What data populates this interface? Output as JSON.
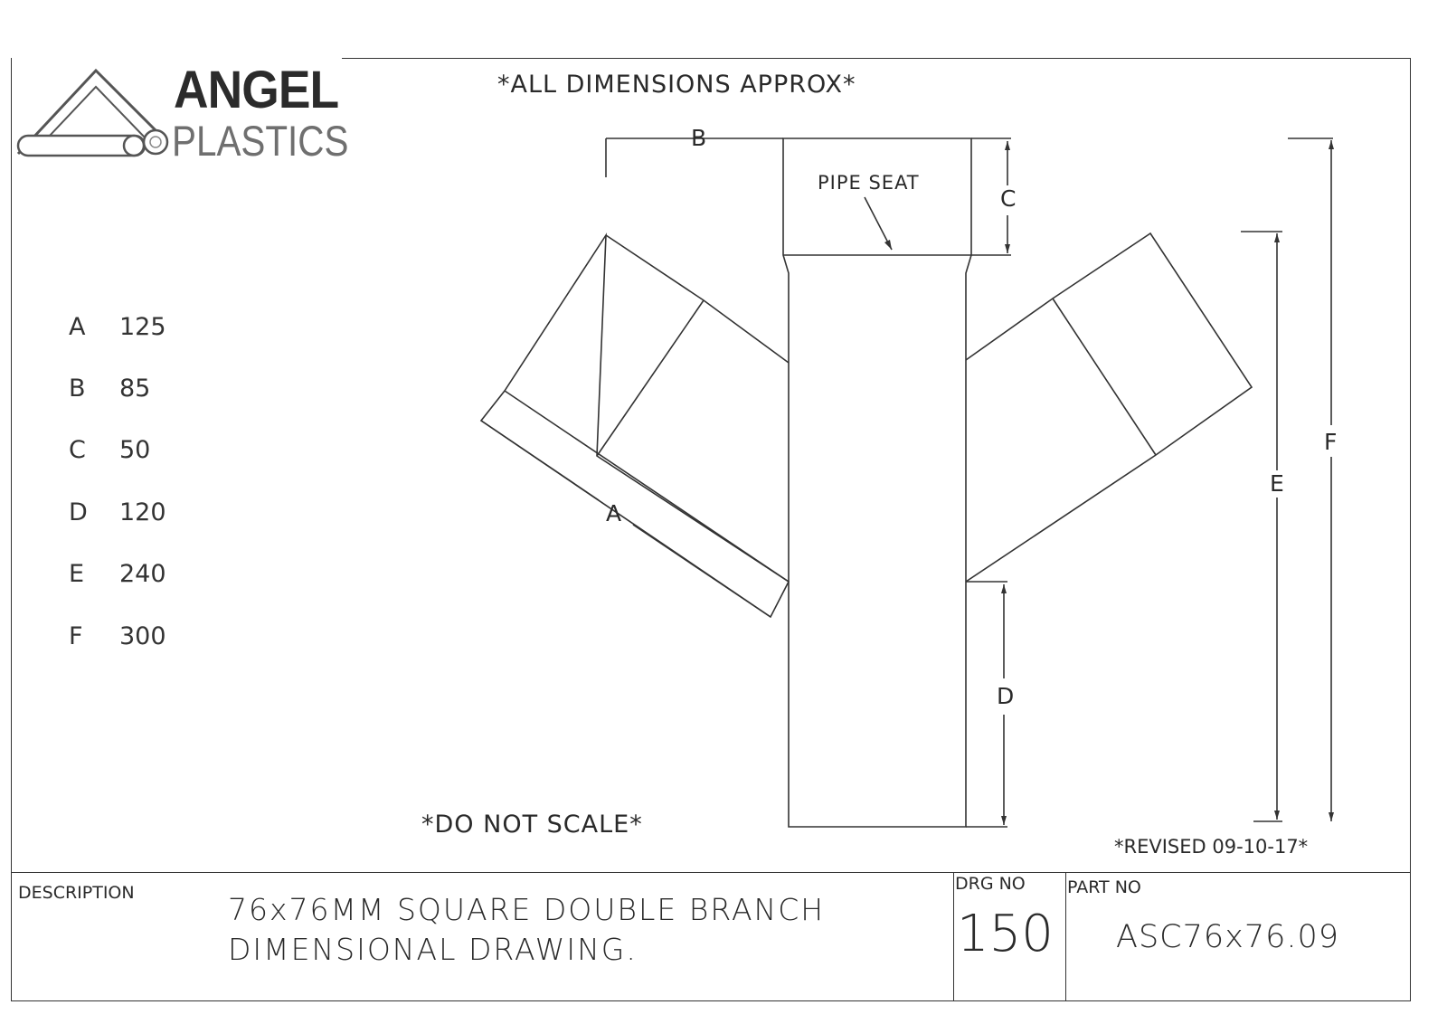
{
  "logo": {
    "brand_top": "ANGEL",
    "brand_bottom": "PLASTICS"
  },
  "notes": {
    "approx": "*ALL DIMENSIONS APPROX*",
    "no_scale": "*DO NOT SCALE*",
    "revised": "*REVISED 09-10-17*"
  },
  "drawing": {
    "pipe_seat_label": "PIPE SEAT",
    "dim_labels": {
      "A": "A",
      "B": "B",
      "C": "C",
      "D": "D",
      "E": "E",
      "F": "F"
    }
  },
  "dimensions": [
    {
      "key": "A",
      "value": "125"
    },
    {
      "key": "B",
      "value": "85"
    },
    {
      "key": "C",
      "value": "50"
    },
    {
      "key": "D",
      "value": "120"
    },
    {
      "key": "E",
      "value": "240"
    },
    {
      "key": "F",
      "value": "300"
    }
  ],
  "title_block": {
    "description_label": "DESCRIPTION",
    "description_line1": "76x76MM SQUARE DOUBLE BRANCH",
    "description_line2": "DIMENSIONAL DRAWING.",
    "drg_no_label": "DRG NO",
    "drg_no": "150",
    "part_no_label": "PART NO",
    "part_no": "ASC76x76.09"
  },
  "colors": {
    "line": "#333333",
    "logo_dark": "#2b2b2b",
    "logo_grey": "#6f6f6f"
  }
}
